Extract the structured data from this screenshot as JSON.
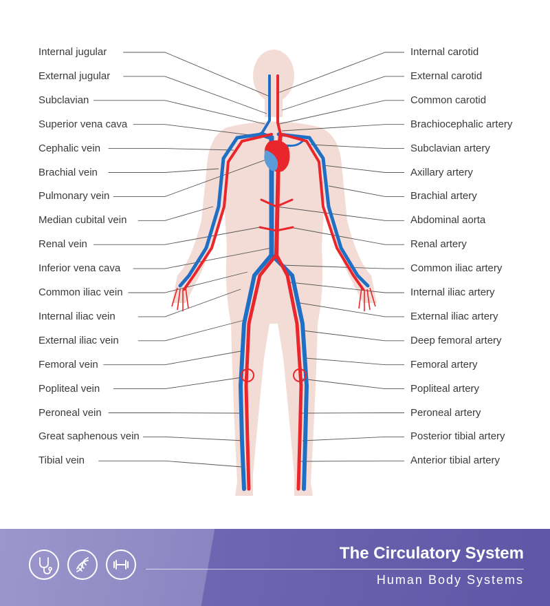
{
  "left_labels": [
    "Internal jugular",
    "External jugular",
    "Subclavian",
    "Superior vena cava",
    "Cephalic vein",
    "Brachial vein",
    "Pulmonary vein",
    "Median cubital vein",
    "Renal vein",
    "Inferior vena cava",
    "Common iliac vein",
    "Internal iliac vein",
    "External iliac vein",
    "Femoral vein",
    "Popliteal vein",
    "Peroneal vein",
    "Great saphenous vein",
    "Tibial vein"
  ],
  "right_labels": [
    "Internal carotid",
    "External carotid",
    "Common carotid",
    "Brachiocephalic artery",
    "Subclavian artery",
    "Axillary artery",
    "Brachial artery",
    "Abdominal aorta",
    "Renal artery",
    "Common iliac artery",
    "Internal iliac artery",
    "External iliac artery",
    "Deep femoral artery",
    "Femoral artery",
    "Popliteal artery",
    "Peroneal artery",
    "Posterior tibial artery",
    "Anterior tibial artery"
  ],
  "footer": {
    "title": "The Circulatory System",
    "subtitle": "Human Body Systems",
    "icons": [
      "stethoscope-icon",
      "dna-icon",
      "dumbbell-icon"
    ]
  },
  "colors": {
    "artery": "#e8262c",
    "vein": "#1f6fc4",
    "body": "#f4dcd6",
    "leader_line": "#555555",
    "footer_dark": "#5f57a6",
    "footer_light": "#9d97cc"
  }
}
